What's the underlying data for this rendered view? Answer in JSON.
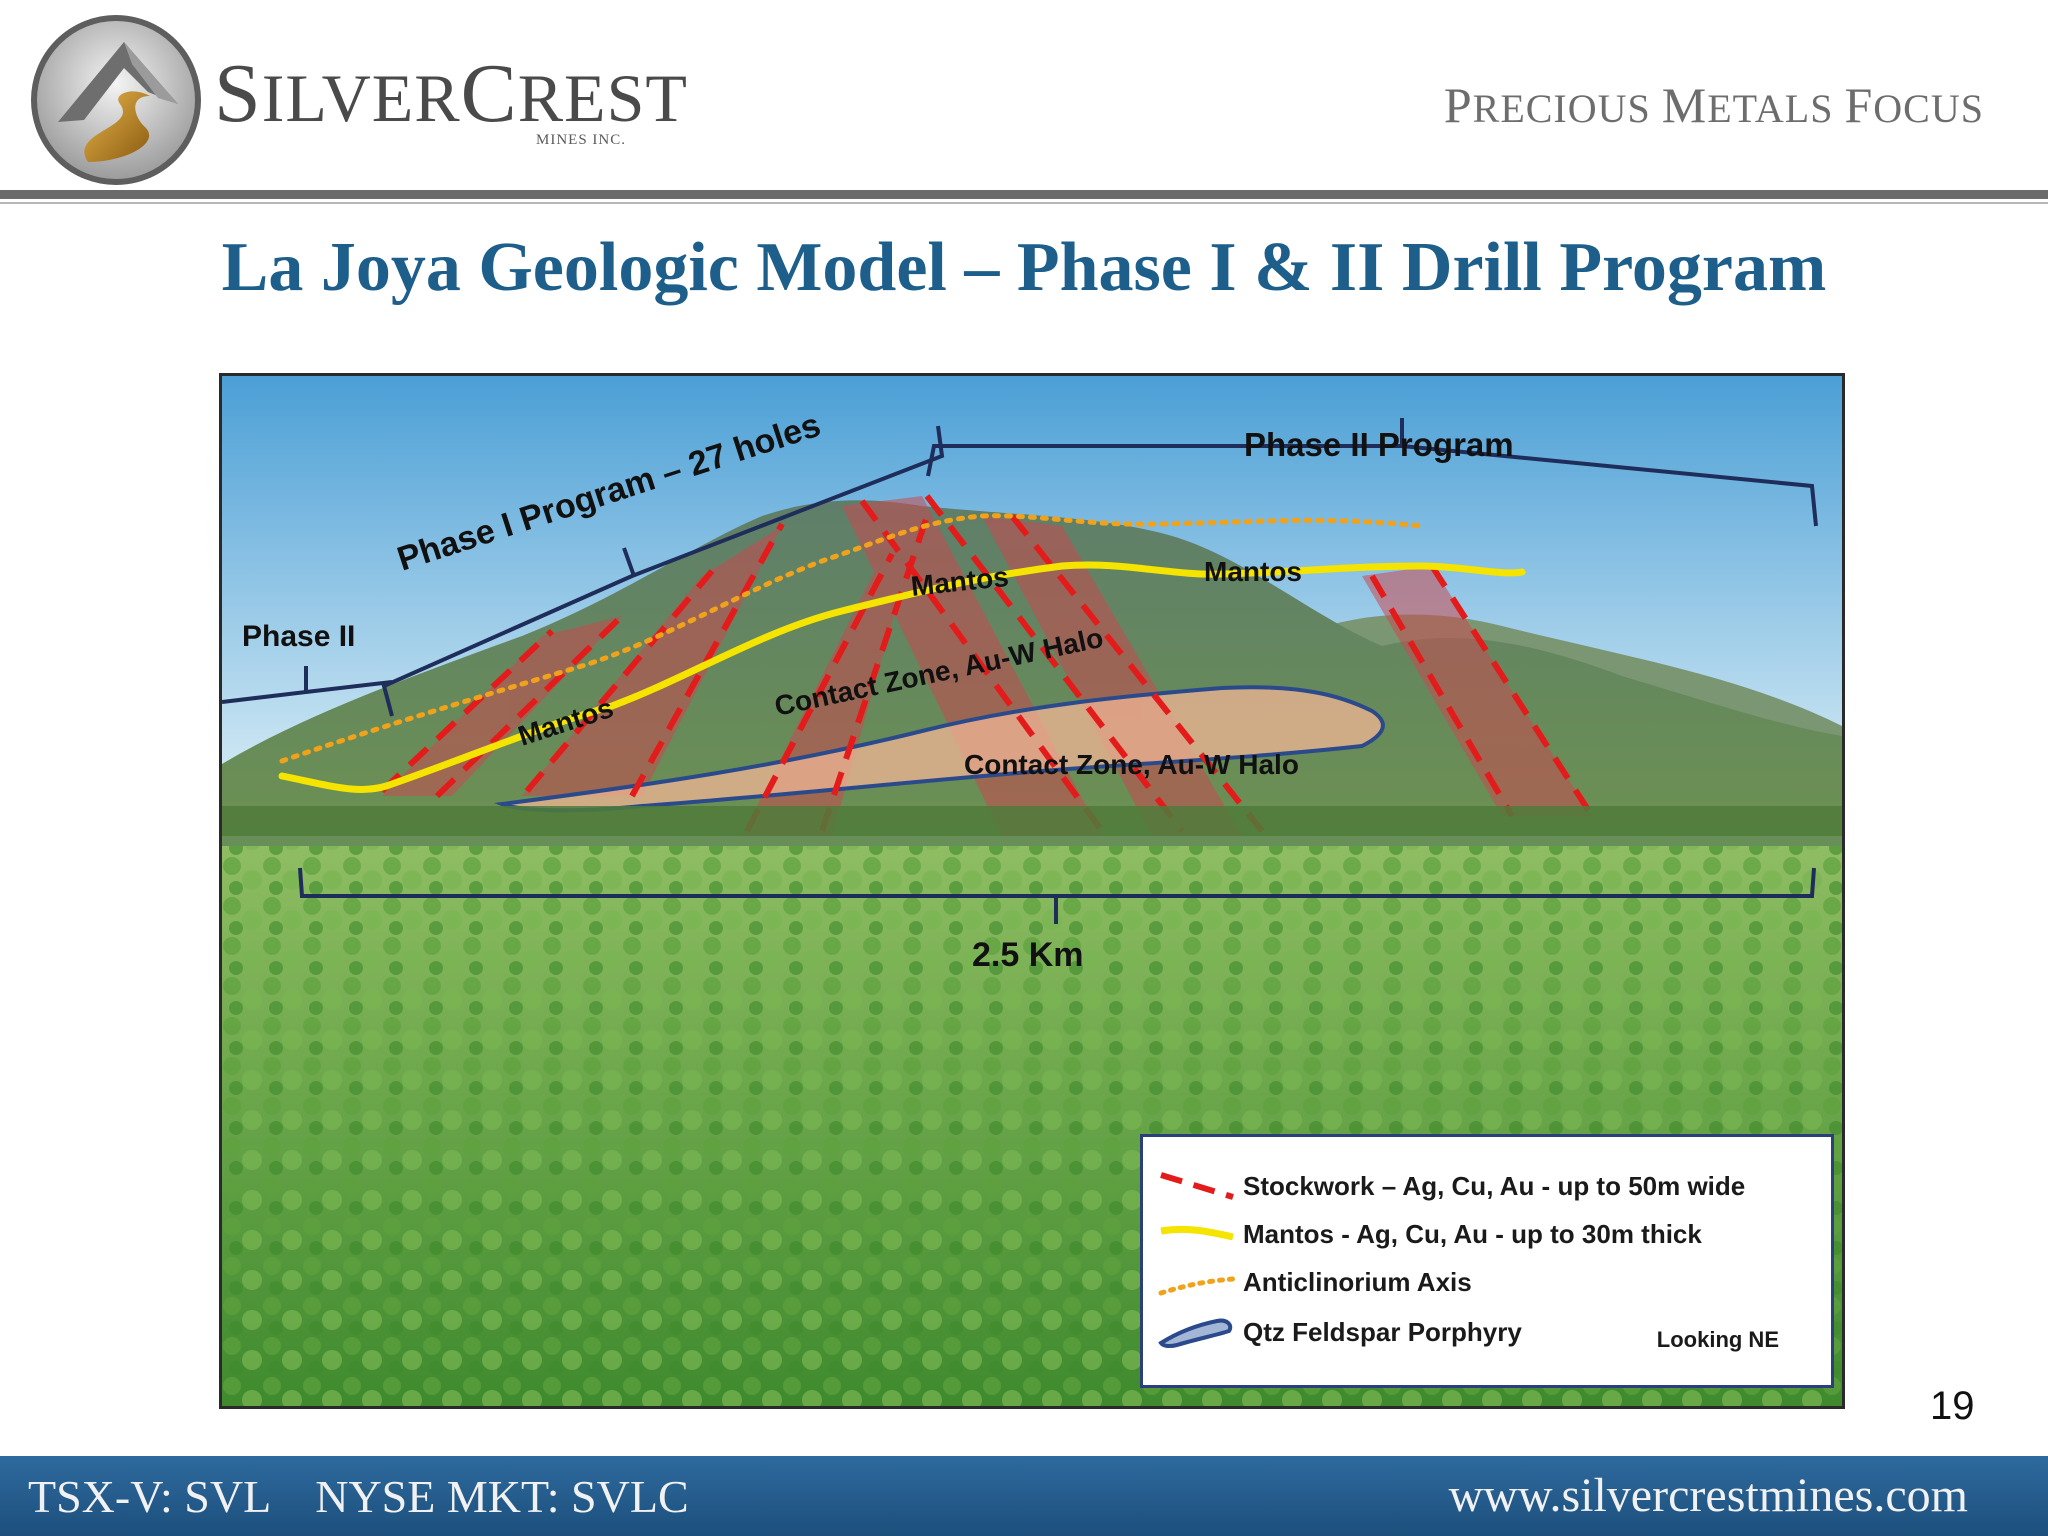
{
  "header": {
    "logo_first": "S",
    "logo_rest1": "ILVER",
    "logo_first2": "C",
    "logo_rest2": "REST",
    "logo_sub": "MINES INC.",
    "tagline_p": "P",
    "tagline_rest1": "RECIOUS ",
    "tagline_m": "M",
    "tagline_rest2": "ETALS ",
    "tagline_f": "F",
    "tagline_rest3": "OCUS"
  },
  "title": "La Joya Geologic Model – Phase I & II Drill Program",
  "diagram": {
    "phase1_label": "Phase I Program – 27 holes",
    "phase2_right_label": "Phase II Program",
    "phase2_left_label": "Phase II",
    "mantos_labels": [
      "Mantos",
      "Mantos",
      "Mantos"
    ],
    "contact_zone_labels": [
      "Contact Zone, Au-W Halo",
      "Contact Zone, Au-W Halo"
    ],
    "scale_label": "2.5 Km"
  },
  "legend": {
    "items": [
      {
        "label": "Stockwork – Ag, Cu, Au - up to 50m wide",
        "symbol": "red-dashed-line",
        "color": "#e31b1b"
      },
      {
        "label": "Mantos - Ag, Cu, Au - up to 30m thick",
        "symbol": "yellow-line",
        "color": "#f4e400"
      },
      {
        "label": "Anticlinorium Axis",
        "symbol": "orange-dotted-line",
        "color": "#f0a21a"
      },
      {
        "label": "Qtz Feldspar Porphyry",
        "symbol": "blue-outline-shape",
        "color": "#2b4a8c"
      }
    ],
    "looking": "Looking NE"
  },
  "page_number": "19",
  "footer": {
    "ticker1": "TSX-V: SVL",
    "ticker2": "NYSE MKT: SVLC",
    "website": "www.silvercrestmines.com"
  },
  "colors": {
    "title": "#1d5f8a",
    "footer": "#245d8d",
    "stockwork": "#e31b1b",
    "mantos": "#f4e400",
    "axis": "#f0a21a",
    "porphyry": "#2b4a8c",
    "bracket": "#1f2d5a"
  }
}
